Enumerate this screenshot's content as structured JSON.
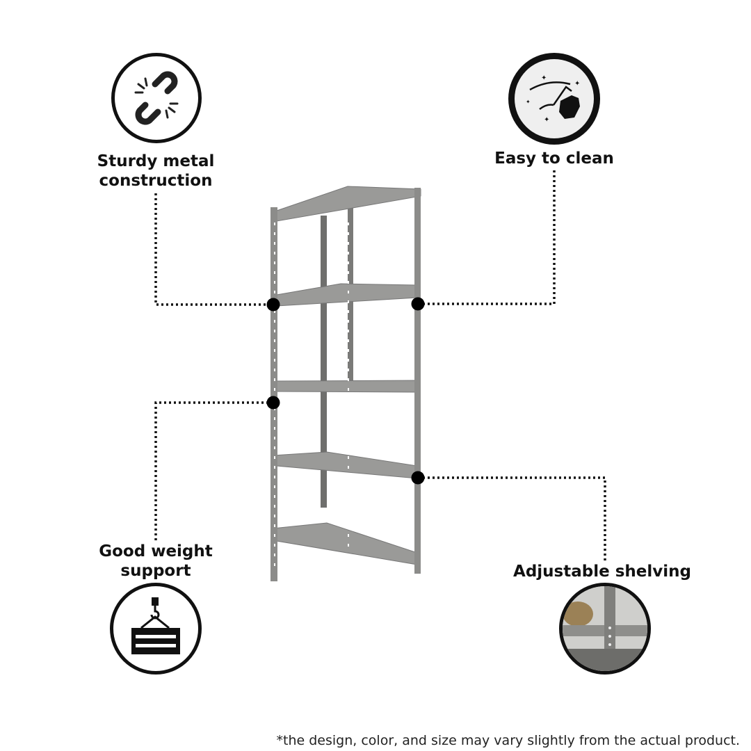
{
  "features": [
    {
      "label_line1": "Sturdy metal",
      "label_line2": "construction",
      "icon": "broken-chain-link-icon"
    },
    {
      "label_line1": "Easy to clean",
      "icon": "hand-wiping-icon"
    },
    {
      "label_line1": "Good weight",
      "label_line2": "support",
      "icon": "hanging-weight-crate-icon"
    },
    {
      "label_line1": "Adjustable shelving",
      "icon": "shelf-closeup-photo"
    }
  ],
  "footer": {
    "disclaimer": "*the design, color, and size may vary slightly from the actual product."
  },
  "colors": {
    "shelf": "#8a8a88",
    "ink": "#111111"
  }
}
